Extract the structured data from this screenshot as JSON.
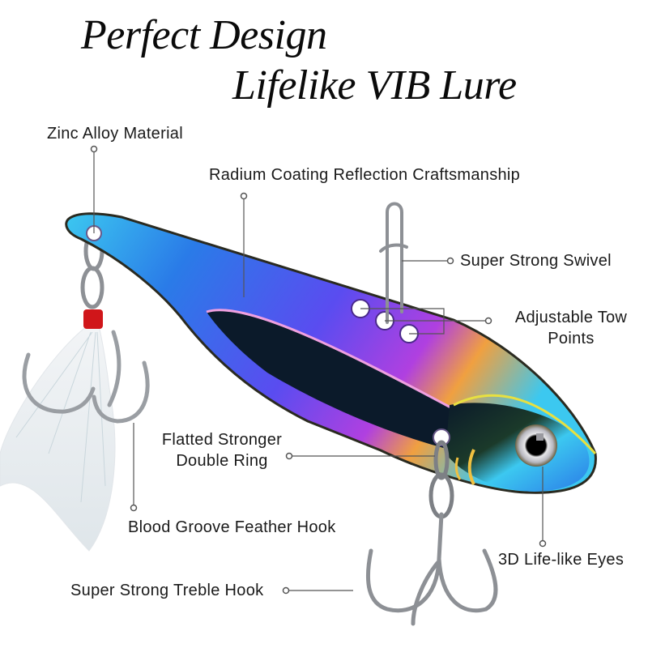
{
  "headline": {
    "line1": "Perfect Design",
    "line2": "Lifelike VIB Lure"
  },
  "callouts": [
    {
      "id": "zinc",
      "text": "Zinc Alloy Material"
    },
    {
      "id": "radium",
      "text": "Radium Coating Reflection Craftsmanship"
    },
    {
      "id": "swivel",
      "text": "Super Strong Swivel"
    },
    {
      "id": "tow",
      "line1": "Adjustable Tow",
      "line2": "Points"
    },
    {
      "id": "ring",
      "line1": "Flatted Stronger",
      "line2": "Double Ring"
    },
    {
      "id": "feather",
      "text": "Blood Groove Feather Hook"
    },
    {
      "id": "eyes",
      "text": "3D Life-like Eyes"
    },
    {
      "id": "treble",
      "text": "Super Strong Treble Hook"
    }
  ],
  "colors": {
    "background": "#ffffff",
    "text": "#1a1a1a",
    "leader_line": "#555555",
    "lure_blue": "#2a7be8",
    "lure_purple": "#8a3cf0",
    "lure_cyan": "#3cc8f0",
    "lure_dark": "#0b1a2a",
    "thread_red": "#d0161a",
    "metal": "#9a9ea3"
  }
}
